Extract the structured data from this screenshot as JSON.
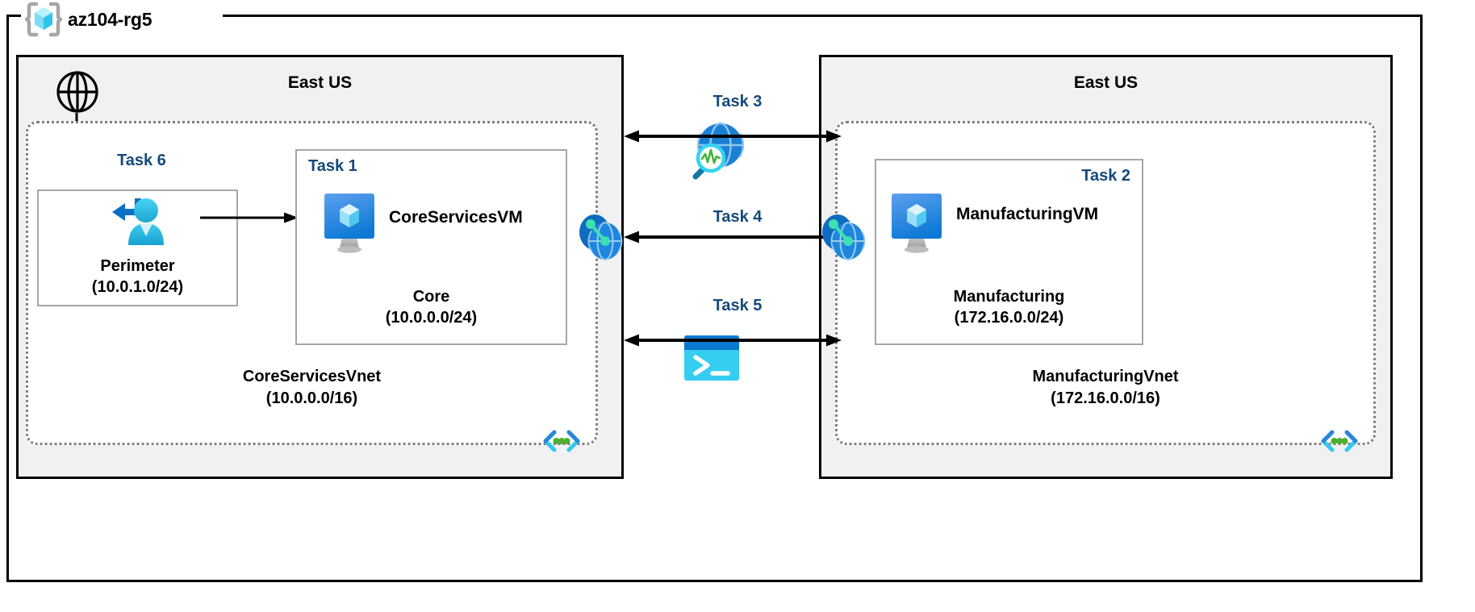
{
  "diagram": {
    "resource_group": {
      "name": "az104-rg5",
      "icon": "resource-group-cube-icon"
    },
    "regions": [
      {
        "id": "left",
        "title": "East US"
      },
      {
        "id": "right",
        "title": "East US"
      }
    ],
    "vnets": [
      {
        "id": "corevnet",
        "name": "CoreServicesVnet",
        "address_space": "(10.0.0.0/16)",
        "icon": "virtual-network-code-icon"
      },
      {
        "id": "manufacturingvnet",
        "name": "ManufacturingVnet",
        "address_space": "(172.16.0.0/16)",
        "icon": "virtual-network-code-icon"
      }
    ],
    "subnets": [
      {
        "id": "perimeter",
        "task": "Task 6",
        "name": "Perimeter",
        "address_space": "(10.0.1.0/24)",
        "icon": "user-inbound-icon"
      },
      {
        "id": "core",
        "task": "Task 1",
        "name": "Core",
        "address_space": "(10.0.0.0/24)",
        "vm": "CoreServicesVM",
        "icon": "virtual-machine-icon"
      },
      {
        "id": "manufacturing",
        "task": "Task 2",
        "name": "Manufacturing",
        "address_space": "(172.16.0.0/24)",
        "vm": "ManufacturingVM",
        "icon": "virtual-machine-icon"
      }
    ],
    "center_tasks": [
      {
        "id": "task3",
        "label": "Task 3",
        "icon": "network-watcher-globe-icon"
      },
      {
        "id": "task4",
        "label": "Task 4",
        "icon": "none"
      },
      {
        "id": "task5",
        "label": "Task 5",
        "icon": "cloud-shell-terminal-icon"
      }
    ],
    "peering_icons": [
      {
        "id": "peering-left",
        "icon": "vnet-peering-icon"
      },
      {
        "id": "peering-right",
        "icon": "vnet-peering-icon"
      }
    ],
    "internet": {
      "icon": "internet-globe-icon"
    },
    "colors": {
      "task_label": "#15497a",
      "region_fill": "#f1f1f1",
      "frame_stroke": "#000000",
      "vnet_dotted": "#808080",
      "subnet_stroke": "#a6a6a6",
      "azure_blue": "#0078d4",
      "cyan": "#32c8f0",
      "green_dot": "#4caf2f"
    }
  }
}
